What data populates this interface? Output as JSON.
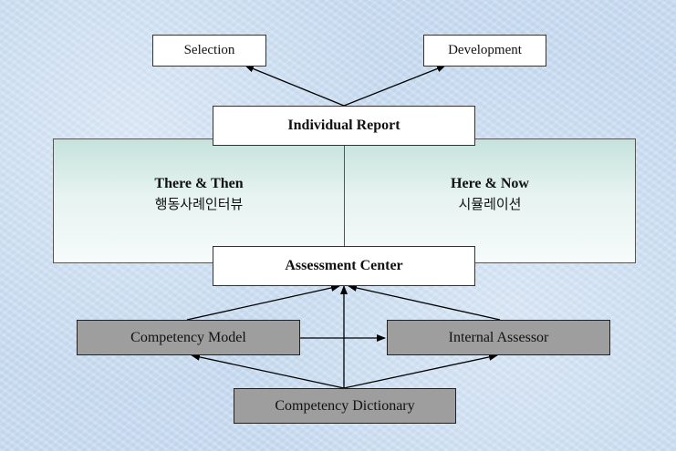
{
  "diagram": {
    "top_boxes": {
      "selection": "Selection",
      "development": "Development"
    },
    "individual_report": "Individual Report",
    "left_panel": {
      "title": "There & Then",
      "subtitle": "행동사례인터뷰"
    },
    "right_panel": {
      "title": "Here & Now",
      "subtitle": "시뮬레이션"
    },
    "assessment_center": "Assessment Center",
    "competency_model": "Competency Model",
    "internal_assessor": "Internal Assessor",
    "competency_dictionary": "Competency Dictionary",
    "colors": {
      "background": "#c9dcf0",
      "gray_box": "#9e9e9e",
      "panel_top": "#c6e2dc",
      "line": "#000000"
    }
  }
}
